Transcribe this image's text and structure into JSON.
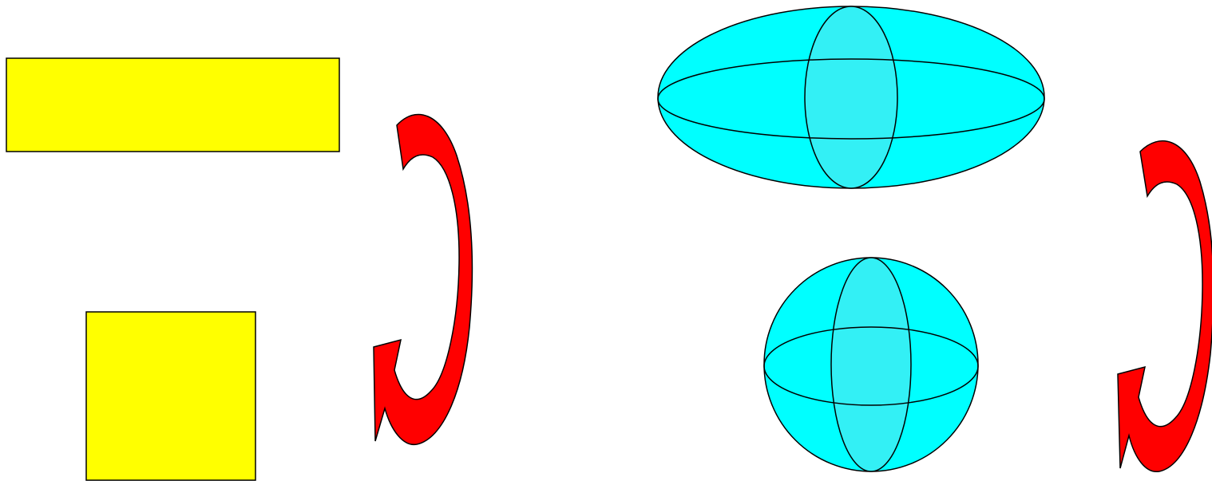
{
  "colors": {
    "background": "#ffffff",
    "rectangle_fill": "#ffff00",
    "solid_fill": "#00ffff",
    "solid_inner_fill": "#33f0f5",
    "arrow_fill": "#ff0000",
    "outline": "#000000"
  },
  "icons": {
    "wide_rectangle": "wide-rectangle-shape",
    "square": "square-shape",
    "rotation_arrow": "curved-rotation-arrow",
    "ellipsoid": "ellipsoid-solid",
    "sphere": "sphere-solid"
  }
}
